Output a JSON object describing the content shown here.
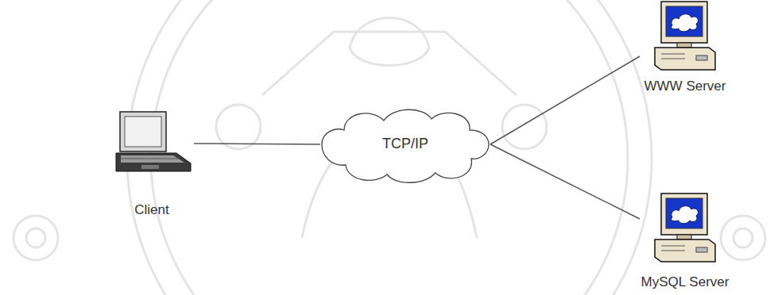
{
  "diagram": {
    "nodes": [
      {
        "text": [
          "Client"
        ]
      },
      {
        "text": [
          "TCP/IP"
        ]
      },
      {
        "text": [
          "WWW Server"
        ]
      },
      {
        "text": [
          "MySQL Server"
        ]
      }
    ],
    "edges": [
      {
        "from": 0,
        "to": 1,
        "arrow": "none"
      },
      {
        "from": 1,
        "to": 2,
        "arrow": "none"
      },
      {
        "from": 1,
        "to": 3,
        "arrow": "none"
      }
    ]
  }
}
